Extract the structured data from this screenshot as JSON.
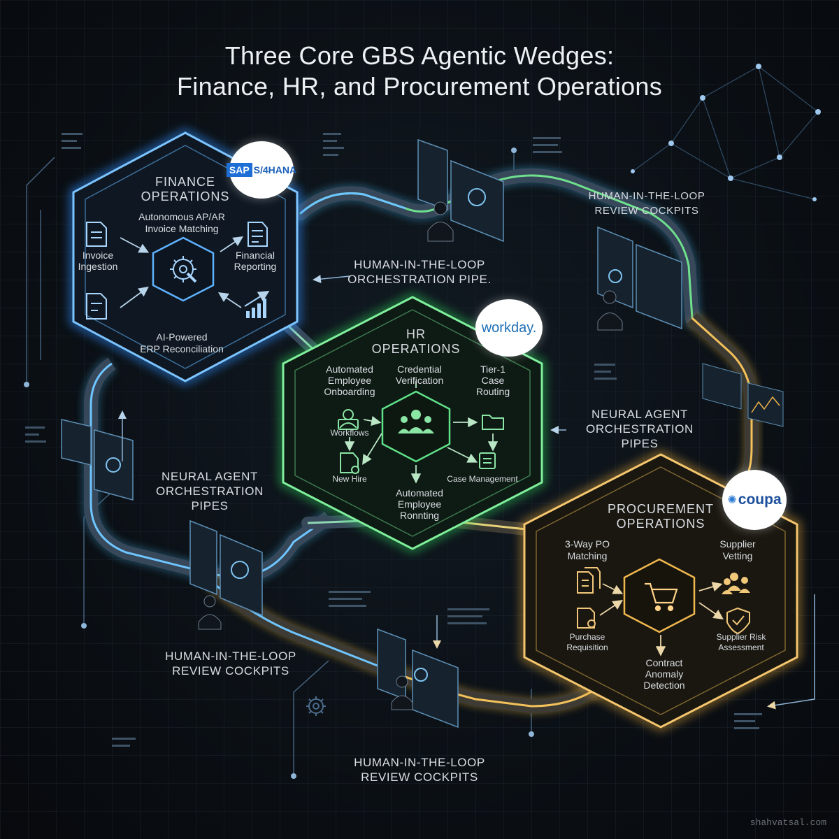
{
  "title": {
    "line1": "Three Core GBS Agentic Wedges:",
    "line2": "Finance, HR, and Procurement Operations"
  },
  "colors": {
    "finance": "#3aa0ff",
    "hr": "#3ddc6a",
    "procurement": "#f0b44a",
    "background": "#0b0f14"
  },
  "finance": {
    "title1": "FINANCE",
    "title2": "OPERATIONS",
    "logo": "SAP S/4HANA",
    "center_icon": "gear-wrench-icon",
    "steps": {
      "matching1": "Autonomous AP/AR",
      "matching2": "Invoice Matching",
      "ingestion1": "Invoice",
      "ingestion2": "Ingestion",
      "reporting1": "Financial",
      "reporting2": "Reporting",
      "recon1": "AI-Powered",
      "recon2": "ERP Reconciliation"
    }
  },
  "hr": {
    "title1": "HR",
    "title2": "OPERATIONS",
    "logo": "workday.",
    "center_icon": "people-group-icon",
    "steps": {
      "onboarding1": "Automated",
      "onboarding2": "Employee",
      "onboarding3": "Onboarding",
      "credential1": "Credential",
      "credential2": "Verification",
      "tier1": "Tier-1",
      "tier2": "Case",
      "tier3": "Routing",
      "workflows": "Workflows",
      "newhire": "New Hire",
      "casemgmt": "Case Management",
      "auto1": "Automated",
      "auto2": "Employee",
      "auto3": "Ronnting"
    }
  },
  "procurement": {
    "title1": "PROCUREMENT",
    "title2": "OPERATIONS",
    "logo": "coupa",
    "center_icon": "shopping-cart-icon",
    "steps": {
      "po1": "3-Way PO",
      "po2": "Matching",
      "vetting1": "Supplier",
      "vetting2": "Vetting",
      "req1": "Purchase",
      "req2": "Requisition",
      "risk1": "Supplier Risk",
      "risk2": "Assessment",
      "contract1": "Contract",
      "contract2": "Anomaly",
      "contract3": "Detection"
    }
  },
  "callouts": {
    "cockpit_tr1": "HUMAN-IN-THE-LOOP",
    "cockpit_tr2": "REVIEW COCKPITS",
    "pipe_top1": "HUMAN-IN-THE-LOOP",
    "pipe_top2": "ORCHESTRATION PIPE.",
    "neural_right1": "NEURAL AGENT",
    "neural_right2": "ORCHESTRATION PIPES",
    "neural_left1": "NEURAL AGENT",
    "neural_left2": "ORCHESTRATION PIPES",
    "cockpit_bl1": "HUMAN-IN-THE-LOOP",
    "cockpit_bl2": "REVIEW COCKPITS",
    "cockpit_b1": "HUMAN-IN-THE-LOOP",
    "cockpit_b2": "REVIEW COCKPITS"
  },
  "watermark": "shahvatsal.com"
}
